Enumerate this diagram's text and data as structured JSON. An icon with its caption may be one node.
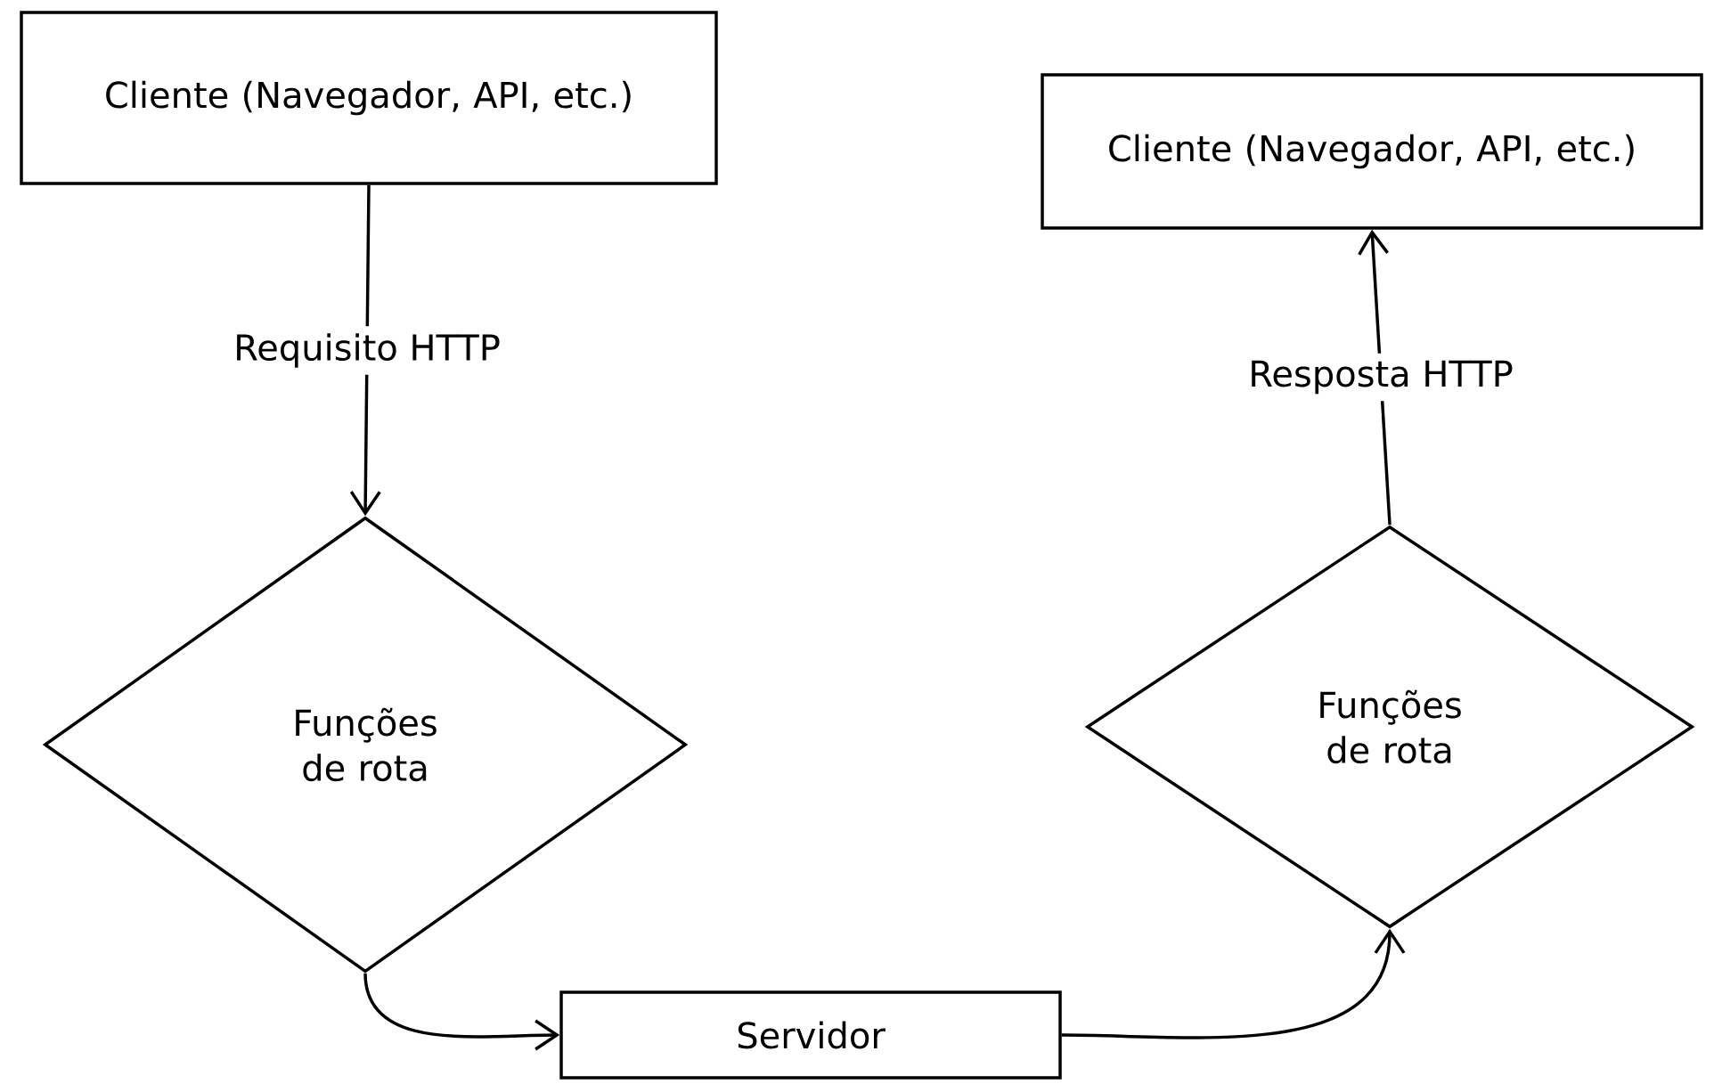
{
  "diagram": {
    "nodes": [
      {
        "text": [
          "Cliente (Navegador, API, etc.)"
        ]
      },
      {
        "text": [
          "Funções de rota"
        ]
      },
      {
        "text": [
          "Servidor"
        ]
      },
      {
        "text": [
          "Funções de rota"
        ]
      },
      {
        "text": [
          "Cliente (Navegador, API, etc.)"
        ]
      }
    ],
    "edges": [
      {
        "from": 0,
        "to": 1,
        "arrow": "to",
        "label": "Requisito HTTP"
      },
      {
        "from": 1,
        "to": 2,
        "arrow": "to"
      },
      {
        "from": 2,
        "to": 3,
        "arrow": "to"
      },
      {
        "from": 3,
        "to": 4,
        "arrow": "to",
        "label": "Resposta HTTP"
      }
    ]
  }
}
